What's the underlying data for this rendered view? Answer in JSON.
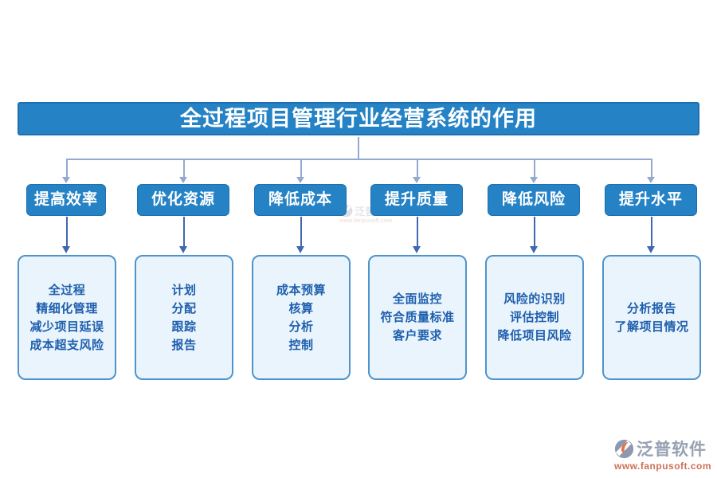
{
  "title": {
    "text": "全过程项目管理行业经营系统的作用"
  },
  "columns": [
    {
      "button_label": "提高效率",
      "box_text": "全过程\n精细化管理\n减少项目延误\n成本超支风险"
    },
    {
      "button_label": "优化资源",
      "box_text": "计划\n分配\n跟踪\n报告"
    },
    {
      "button_label": "降低成本",
      "box_text": "成本预算\n核算\n分析\n控制"
    },
    {
      "button_label": "提升质量",
      "box_text": "全面监控\n符合质量标准\n客户要求"
    },
    {
      "button_label": "降低风险",
      "box_text": "风险的识别\n评估控制\n降低项目风险"
    },
    {
      "button_label": "提升水平",
      "box_text": "分析报告\n了解项目情况"
    }
  ],
  "logo": {
    "brand": "泛普软件",
    "url": "www.fanpusoft.com"
  },
  "watermark": {
    "brand": "泛普软件",
    "url": "www.fanpusoft.com"
  },
  "colors": {
    "primary_blue": "#2482c5",
    "primary_blue_border": "#1d6fb0",
    "box_background": "#eaf4fc",
    "box_border": "#4e94cc",
    "box_text": "#1e5fae",
    "connector_light": "#94a9cf",
    "connector_dark": "#4068b0",
    "logo_gray": "#97a1b2",
    "logo_orange": "#e2734d",
    "url_orange": "#cb7158"
  }
}
